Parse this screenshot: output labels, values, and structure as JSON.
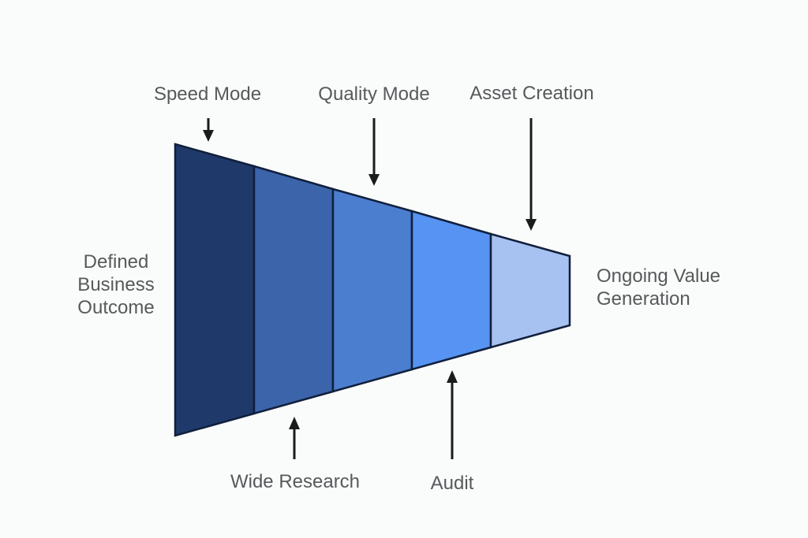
{
  "diagram": {
    "type": "horizontal-funnel",
    "input_label": "Defined\nBusiness\nOutcome",
    "output_label": "Ongoing Value\nGeneration",
    "top_labels": [
      {
        "label": "Speed Mode",
        "points_to_segment": 1
      },
      {
        "label": "Quality Mode",
        "points_to_segment": 3
      },
      {
        "label": "Asset Creation",
        "points_to_segment": 5
      }
    ],
    "bottom_labels": [
      {
        "label": "Wide Research",
        "points_to_segment": 2
      },
      {
        "label": "Audit",
        "points_to_segment": 4
      }
    ],
    "segments": [
      {
        "color": "#1f3a6a"
      },
      {
        "color": "#3c64aa"
      },
      {
        "color": "#4c7ecf"
      },
      {
        "color": "#5693f2"
      },
      {
        "color": "#a7c1f0"
      }
    ],
    "colors": {
      "background": "#fafbfb",
      "outline": "#101f3c",
      "arrow": "#1b1b1b",
      "label_text": "#58595b"
    }
  }
}
